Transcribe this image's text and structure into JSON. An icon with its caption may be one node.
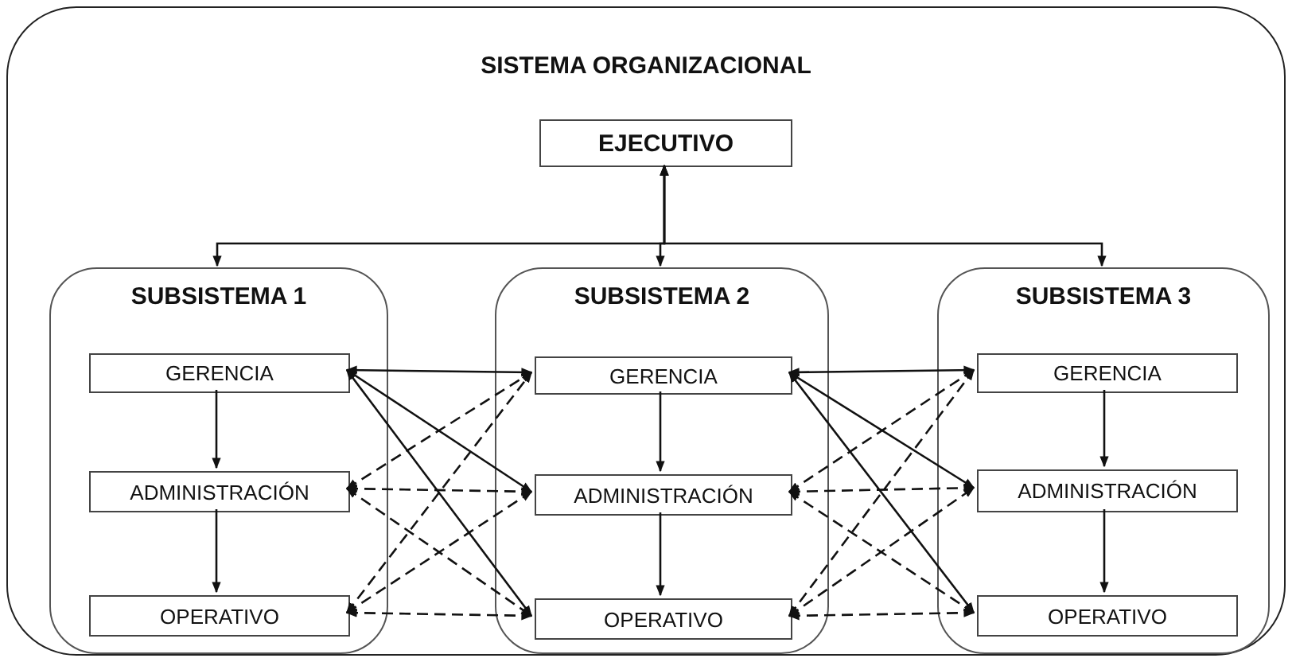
{
  "diagram": {
    "nodes": [
      {
        "text": [
          "SISTEMA ORGANIZACIONAL"
        ]
      },
      {
        "text": [
          "EJECUTIVO"
        ],
        "in": 0
      },
      {
        "text": [
          "SUBSISTEMA 1"
        ],
        "in": 0
      },
      {
        "text": [
          "GERENCIA"
        ],
        "in": 2
      },
      {
        "text": [
          "ADMINISTRACIÓN"
        ],
        "in": 2
      },
      {
        "text": [
          "OPERATIVO"
        ],
        "in": 2
      },
      {
        "text": [
          "SUBSISTEMA 2"
        ],
        "in": 0
      },
      {
        "text": [
          "GERENCIA"
        ],
        "in": 6
      },
      {
        "text": [
          "ADMINISTRACIÓN"
        ],
        "in": 6
      },
      {
        "text": [
          "OPERATIVO"
        ],
        "in": 6
      },
      {
        "text": [
          "SUBSISTEMA 3"
        ],
        "in": 0
      },
      {
        "text": [
          "GERENCIA"
        ],
        "in": 10
      },
      {
        "text": [
          "ADMINISTRACIÓN"
        ],
        "in": 10
      },
      {
        "text": [
          "OPERATIVO"
        ],
        "in": 10
      }
    ],
    "edges": [
      {
        "from": 1,
        "to": 2,
        "arrow": "both"
      },
      {
        "from": 1,
        "to": 6,
        "arrow": "both"
      },
      {
        "from": 1,
        "to": 10,
        "arrow": "both"
      },
      {
        "from": 3,
        "to": 4,
        "arrow": "to"
      },
      {
        "from": 4,
        "to": 5,
        "arrow": "to"
      },
      {
        "from": 7,
        "to": 8,
        "arrow": "to"
      },
      {
        "from": 8,
        "to": 9,
        "arrow": "to"
      },
      {
        "from": 11,
        "to": 12,
        "arrow": "to"
      },
      {
        "from": 12,
        "to": 13,
        "arrow": "to"
      },
      {
        "from": 3,
        "to": 7,
        "arrow": "both"
      },
      {
        "from": 3,
        "to": 8,
        "arrow": "both"
      },
      {
        "from": 3,
        "to": 9,
        "arrow": "both"
      },
      {
        "from": 4,
        "to": 7,
        "arrow": "both",
        "style": "dashed"
      },
      {
        "from": 4,
        "to": 8,
        "arrow": "both",
        "style": "dashed"
      },
      {
        "from": 4,
        "to": 9,
        "arrow": "both",
        "style": "dashed"
      },
      {
        "from": 5,
        "to": 7,
        "arrow": "both",
        "style": "dashed"
      },
      {
        "from": 5,
        "to": 8,
        "arrow": "both",
        "style": "dashed"
      },
      {
        "from": 5,
        "to": 9,
        "arrow": "both",
        "style": "dashed"
      },
      {
        "from": 7,
        "to": 11,
        "arrow": "both"
      },
      {
        "from": 7,
        "to": 12,
        "arrow": "both"
      },
      {
        "from": 7,
        "to": 13,
        "arrow": "both"
      },
      {
        "from": 8,
        "to": 11,
        "arrow": "both",
        "style": "dashed"
      },
      {
        "from": 8,
        "to": 12,
        "arrow": "both",
        "style": "dashed"
      },
      {
        "from": 8,
        "to": 13,
        "arrow": "both",
        "style": "dashed"
      },
      {
        "from": 9,
        "to": 11,
        "arrow": "both",
        "style": "dashed"
      },
      {
        "from": 9,
        "to": 12,
        "arrow": "both",
        "style": "dashed"
      },
      {
        "from": 9,
        "to": 13,
        "arrow": "both",
        "style": "dashed"
      }
    ]
  }
}
